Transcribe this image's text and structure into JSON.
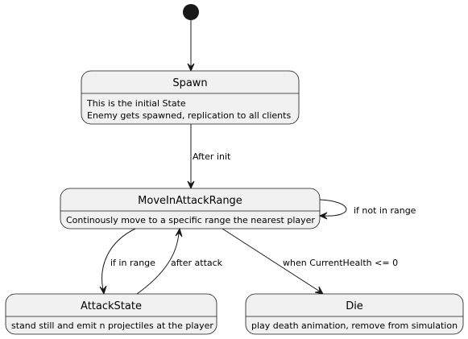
{
  "states": {
    "spawn": {
      "title": "Spawn",
      "description": [
        "This is the initial State",
        "Enemy gets spawned, replication to all clients"
      ]
    },
    "move": {
      "title": "MoveInAttackRange",
      "description": [
        "Continously move to a specific range the nearest player"
      ]
    },
    "attack": {
      "title": "AttackState",
      "description": [
        "stand still and emit n projectiles at the player"
      ]
    },
    "die": {
      "title": "Die",
      "description": [
        "play death animation, remove from simulation"
      ]
    }
  },
  "transitions": {
    "after_init": "After init",
    "if_not_in_range": "if not in range",
    "if_in_range": "if in range",
    "after_attack": "after attack",
    "when_health": "when CurrentHealth <= 0"
  }
}
